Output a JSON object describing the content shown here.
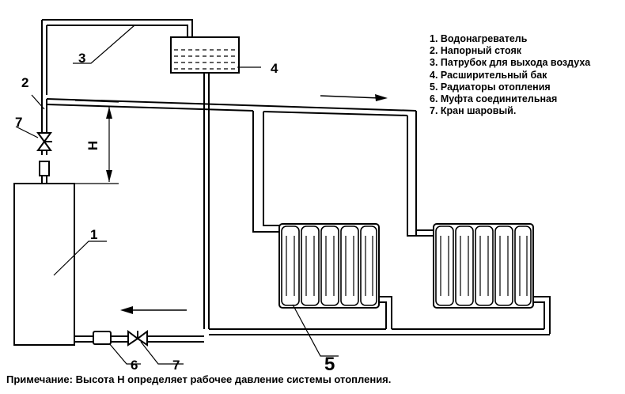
{
  "legend": [
    "1. Водонагреватель",
    "2. Напорный стояк",
    "3. Патрубок для выхода воздуха",
    "4. Расширительный бак",
    "5. Радиаторы отопления",
    "6. Муфта соединительная",
    "7. Кран шаровый."
  ],
  "labels": {
    "heater": "1",
    "riser": "2",
    "air_outlet": "3",
    "tank": "4",
    "radiators": "5",
    "coupling": "6",
    "valve_top": "7",
    "valve_bottom": "7",
    "height": "H"
  },
  "note": "Примечание: Высота H определяет рабочее давление системы отопления."
}
